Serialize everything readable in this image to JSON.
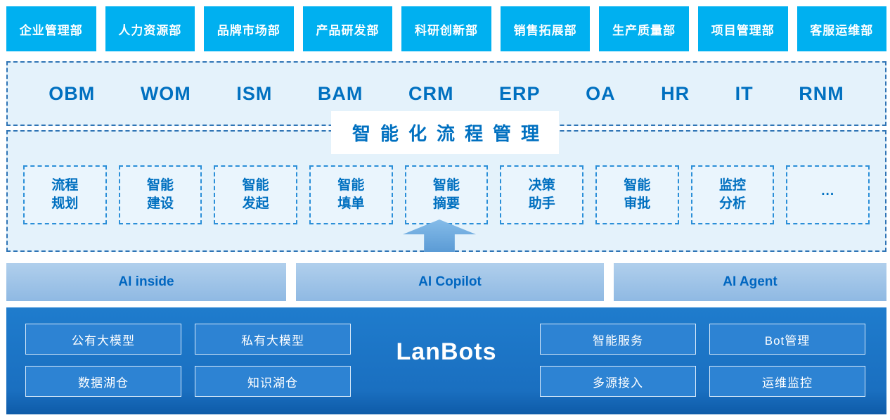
{
  "departments": [
    "企业管理部",
    "人力资源部",
    "品牌市场部",
    "产品研发部",
    "科研创新部",
    "销售拓展部",
    "生产质量部",
    "项目管理部",
    "客服运维部"
  ],
  "systems": [
    "OBM",
    "WOM",
    "ISM",
    "BAM",
    "CRM",
    "ERP",
    "OA",
    "HR",
    "IT",
    "RNM"
  ],
  "process": {
    "title": "智能化流程管理",
    "items": [
      {
        "line1": "流程",
        "line2": "规划"
      },
      {
        "line1": "智能",
        "line2": "建设"
      },
      {
        "line1": "智能",
        "line2": "发起"
      },
      {
        "line1": "智能",
        "line2": "填单"
      },
      {
        "line1": "智能",
        "line2": "摘要"
      },
      {
        "line1": "决策",
        "line2": "助手"
      },
      {
        "line1": "智能",
        "line2": "审批"
      },
      {
        "line1": "监控",
        "line2": "分析"
      },
      {
        "line1": "···"
      }
    ]
  },
  "ai_layers": [
    "AI inside",
    "AI Copilot",
    "AI Agent"
  ],
  "platform": {
    "name": "LanBots",
    "left_items": [
      "公有大模型",
      "私有大模型",
      "数据湖仓",
      "知识湖仓"
    ],
    "right_items": [
      "智能服务",
      "Bot管理",
      "多源接入",
      "运维监控"
    ]
  },
  "colors": {
    "department_bg": "#00b0f0",
    "section_bg": "#e4f2fb",
    "dashed_border": "#2e74b5",
    "inner_dashed_border": "#2b8fd8",
    "primary_text": "#0070c0",
    "ai_bar_bg": "#9dc3e6",
    "platform_bg": "#1a6fc0",
    "platform_box_bg": "#2d83d3"
  }
}
